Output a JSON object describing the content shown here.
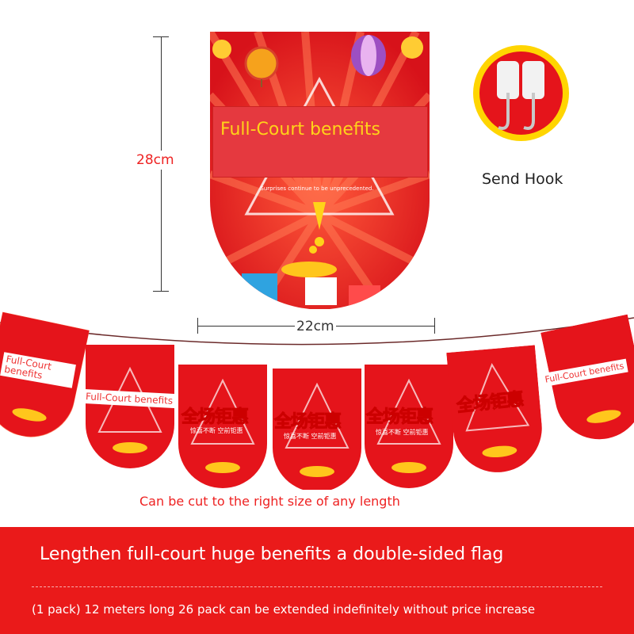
{
  "dimensions": {
    "height": "28cm",
    "width": "22cm"
  },
  "main_flag": {
    "label": "Full-Court benefits",
    "subtitle": "Surprises continue to be unprecedented."
  },
  "hook": {
    "label": "Send Hook"
  },
  "pennants": {
    "en_label": "Full-Court benefits",
    "cn_title": "全场钜惠",
    "cn_sub": "惊喜不断 空前钜惠"
  },
  "cut_note": "Can be cut to the right size of any length",
  "band": {
    "title": "Lengthen full-court huge benefits a double-sided flag",
    "footer": "(1 pack) 12 meters long 26 pack can be extended indefinitely without price increase"
  },
  "colors": {
    "flag_red": "#e5141b",
    "accent_yellow": "#ffd319",
    "band_red": "#ea1a1a"
  }
}
